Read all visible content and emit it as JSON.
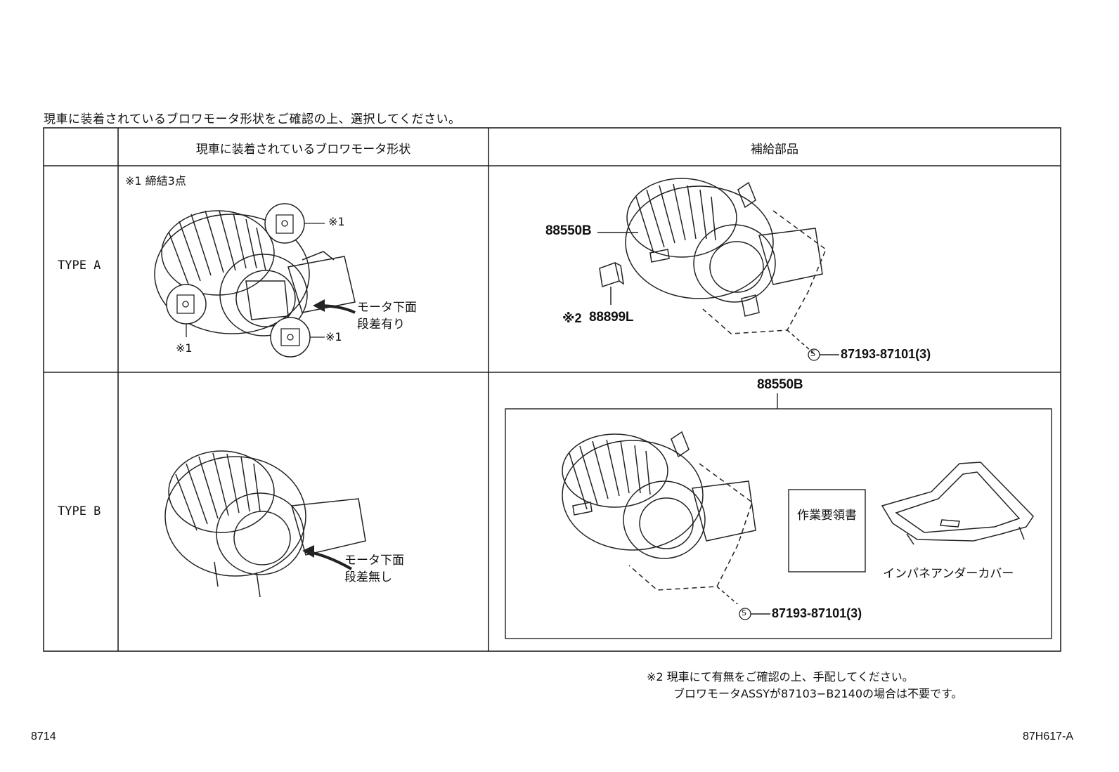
{
  "instruction": "現車に装着されているブロワモータ形状をご確認の上、選択してください。",
  "table": {
    "header_shape": "現車に装着されているブロワモータ形状",
    "header_parts": "補給部品"
  },
  "type_a": {
    "label": "TYPE A",
    "note": "※1 締結3点",
    "marker": "※1",
    "callout_line1": "モータ下面",
    "callout_line2": "段差有り",
    "part_main": "88550B",
    "part_sub_marker": "※2",
    "part_sub": "88899L",
    "screw_symbol": "S",
    "screw_part": "87193-87101(3)"
  },
  "type_b": {
    "label": "TYPE B",
    "callout_line1": "モータ下面",
    "callout_line2": "段差無し",
    "part_main": "88550B",
    "manual_label": "作業要領書",
    "cover_label": "インパネアンダーカバー",
    "screw_symbol": "S",
    "screw_part": "87193-87101(3)"
  },
  "footnote": {
    "line1": "※2 現車にて有無をご確認の上、手配してください。",
    "line2": "ブロワモータASSYが87103−B2140の場合は不要です。"
  },
  "page_code_left": "8714",
  "page_code_right": "87H617-A"
}
